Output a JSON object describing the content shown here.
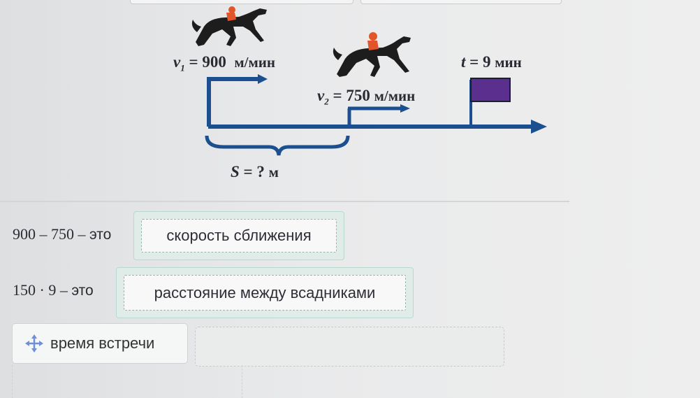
{
  "diagram": {
    "v1": {
      "symbol": "v",
      "sub": "1",
      "eq": "= 900",
      "unit": "м/мин"
    },
    "v2": {
      "symbol": "v",
      "sub": "2",
      "eq": "= 750",
      "unit": "м/мин"
    },
    "t": {
      "symbol": "t",
      "eq": "= 9",
      "unit": "мин"
    },
    "s": {
      "symbol": "S",
      "eq": "= ?",
      "unit": "м"
    },
    "colors": {
      "line": "#1c4f8f",
      "flag": "#5b2f8e",
      "horse": "#1d1d1d",
      "jockey": "#e2552b"
    },
    "icons": [
      "horse-rider-icon",
      "horse-rider-icon",
      "finish-flag-icon",
      "brace-icon"
    ]
  },
  "rows": [
    {
      "label_num": "900 – 750 –",
      "label_word": "это",
      "answer": "скорость сближения"
    },
    {
      "label_num": "150 · 9 –",
      "label_word": "это",
      "answer": "расстояние между всадниками"
    }
  ],
  "draggable": {
    "label": "время встречи",
    "icon": "move-icon"
  }
}
